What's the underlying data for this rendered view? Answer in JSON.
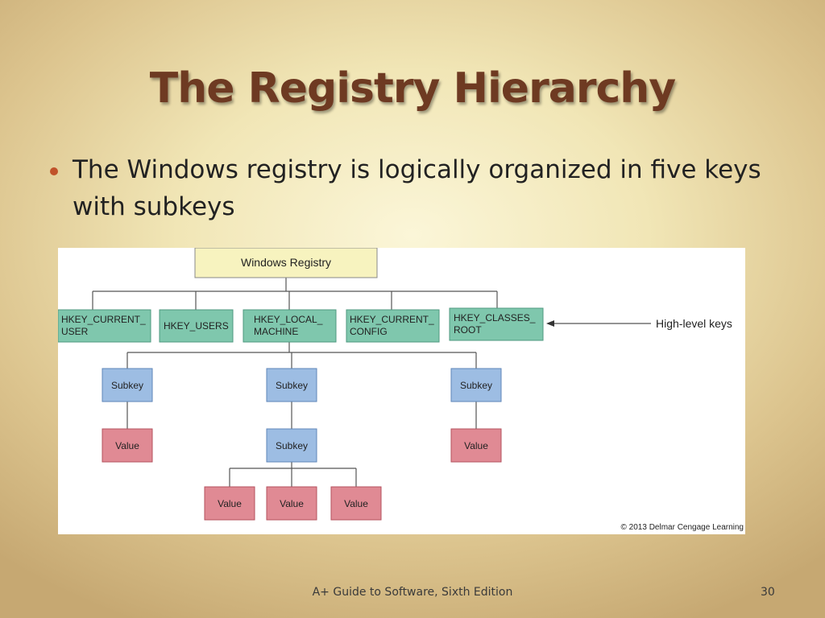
{
  "slide": {
    "title": "The Registry Hierarchy",
    "bullet_text": "The Windows registry is logically organized  in five keys with subkeys"
  },
  "diagram": {
    "root": "Windows Registry",
    "high_level_keys": [
      [
        "HKEY_CURRENT_",
        "USER"
      ],
      [
        "HKEY_USERS"
      ],
      [
        "HKEY_LOCAL_",
        "MACHINE"
      ],
      [
        "HKEY_CURRENT_",
        "CONFIG"
      ],
      [
        "HKEY_CLASSES_",
        "ROOT"
      ]
    ],
    "callout_label": "High-level keys",
    "subkey_label": "Subkey",
    "value_label": "Value",
    "copyright": "© 2013 Delmar Cengage Learning",
    "colors": {
      "root_fill": "#f7f3bf",
      "key_fill": "#7fc7ad",
      "subkey_fill": "#9dbde3",
      "value_fill": "#e08a94",
      "line": "#555555"
    }
  },
  "footer": {
    "book": "A+ Guide to Software, Sixth Edition",
    "page": "30"
  }
}
